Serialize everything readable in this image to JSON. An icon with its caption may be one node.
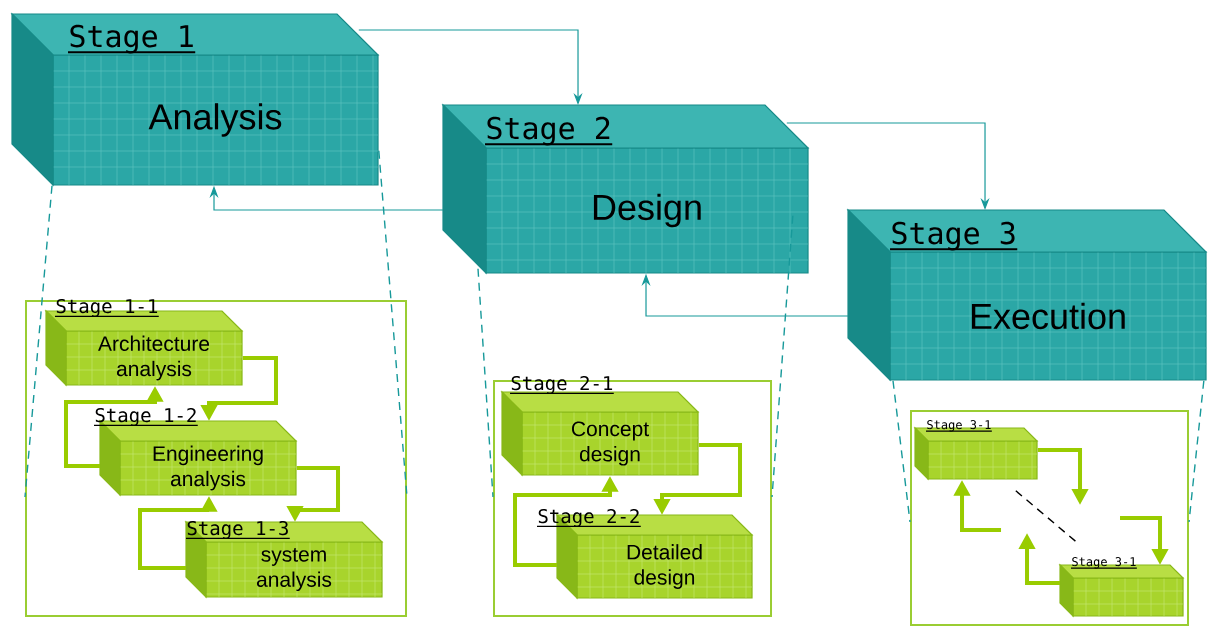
{
  "diagram": {
    "nodes": [
      {
        "text": [
          "Stage 1",
          "Analysis"
        ]
      },
      {
        "text": [
          "Stage 2",
          "Design"
        ]
      },
      {
        "text": [
          "Stage 3",
          "Execution"
        ]
      },
      {
        "text": [],
        "shape": "box"
      },
      {
        "text": [
          "Stage 1-1",
          "Architecture analysis"
        ],
        "in": 3
      },
      {
        "text": [
          "Stage 1-2",
          "Engineering analysis"
        ],
        "in": 3
      },
      {
        "text": [
          "Stage 1-3",
          "system analysis"
        ],
        "in": 3
      },
      {
        "text": [],
        "shape": "box"
      },
      {
        "text": [
          "Stage 2-1",
          "Concept design"
        ],
        "in": 7
      },
      {
        "text": [
          "Stage 2-2",
          "Detailed design"
        ],
        "in": 7
      },
      {
        "text": [],
        "shape": "box"
      },
      {
        "text": [
          "Stage 3-1"
        ],
        "in": 10
      },
      {
        "text": [
          "Stage 3-1"
        ],
        "in": 10
      }
    ],
    "edges": [
      {
        "from": 0,
        "to": 1,
        "arrow": "to",
        "color": "#17999a"
      },
      {
        "from": 1,
        "to": 0,
        "arrow": "to",
        "color": "#17999a"
      },
      {
        "from": 1,
        "to": 2,
        "arrow": "to",
        "color": "#17999a"
      },
      {
        "from": 2,
        "to": 1,
        "arrow": "to",
        "color": "#17999a"
      },
      {
        "from": 0,
        "to": 3,
        "arrow": "none",
        "style": "dashed",
        "color": "#17999a"
      },
      {
        "from": 0,
        "to": 3,
        "arrow": "none",
        "style": "dashed",
        "color": "#17999a"
      },
      {
        "from": 1,
        "to": 7,
        "arrow": "none",
        "style": "dashed",
        "color": "#17999a"
      },
      {
        "from": 1,
        "to": 7,
        "arrow": "none",
        "style": "dashed",
        "color": "#17999a"
      },
      {
        "from": 2,
        "to": 10,
        "arrow": "none",
        "style": "dashed",
        "color": "#17999a"
      },
      {
        "from": 2,
        "to": 10,
        "arrow": "none",
        "style": "dashed",
        "color": "#17999a"
      },
      {
        "from": 4,
        "to": 5,
        "arrow": "to",
        "style": "thick",
        "color": "#99cc00"
      },
      {
        "from": 5,
        "to": 4,
        "arrow": "to",
        "style": "thick",
        "color": "#99cc00"
      },
      {
        "from": 5,
        "to": 6,
        "arrow": "to",
        "style": "thick",
        "color": "#99cc00"
      },
      {
        "from": 6,
        "to": 5,
        "arrow": "to",
        "style": "thick",
        "color": "#99cc00"
      },
      {
        "from": 8,
        "to": 9,
        "arrow": "to",
        "style": "thick",
        "color": "#99cc00"
      },
      {
        "from": 9,
        "to": 8,
        "arrow": "to",
        "style": "thick",
        "color": "#99cc00"
      },
      {
        "from": 11,
        "to": null,
        "arrow": "to",
        "style": "thick",
        "color": "#99cc00"
      },
      {
        "from": null,
        "to": 11,
        "arrow": "to",
        "style": "thick",
        "color": "#99cc00"
      },
      {
        "from": null,
        "to": 12,
        "arrow": "to",
        "style": "thick",
        "color": "#99cc00"
      },
      {
        "from": 12,
        "to": null,
        "arrow": "to",
        "style": "thick",
        "color": "#99cc00"
      },
      {
        "from": 11,
        "to": 12,
        "arrow": "none",
        "style": "dashed",
        "color": "#000000"
      }
    ]
  }
}
